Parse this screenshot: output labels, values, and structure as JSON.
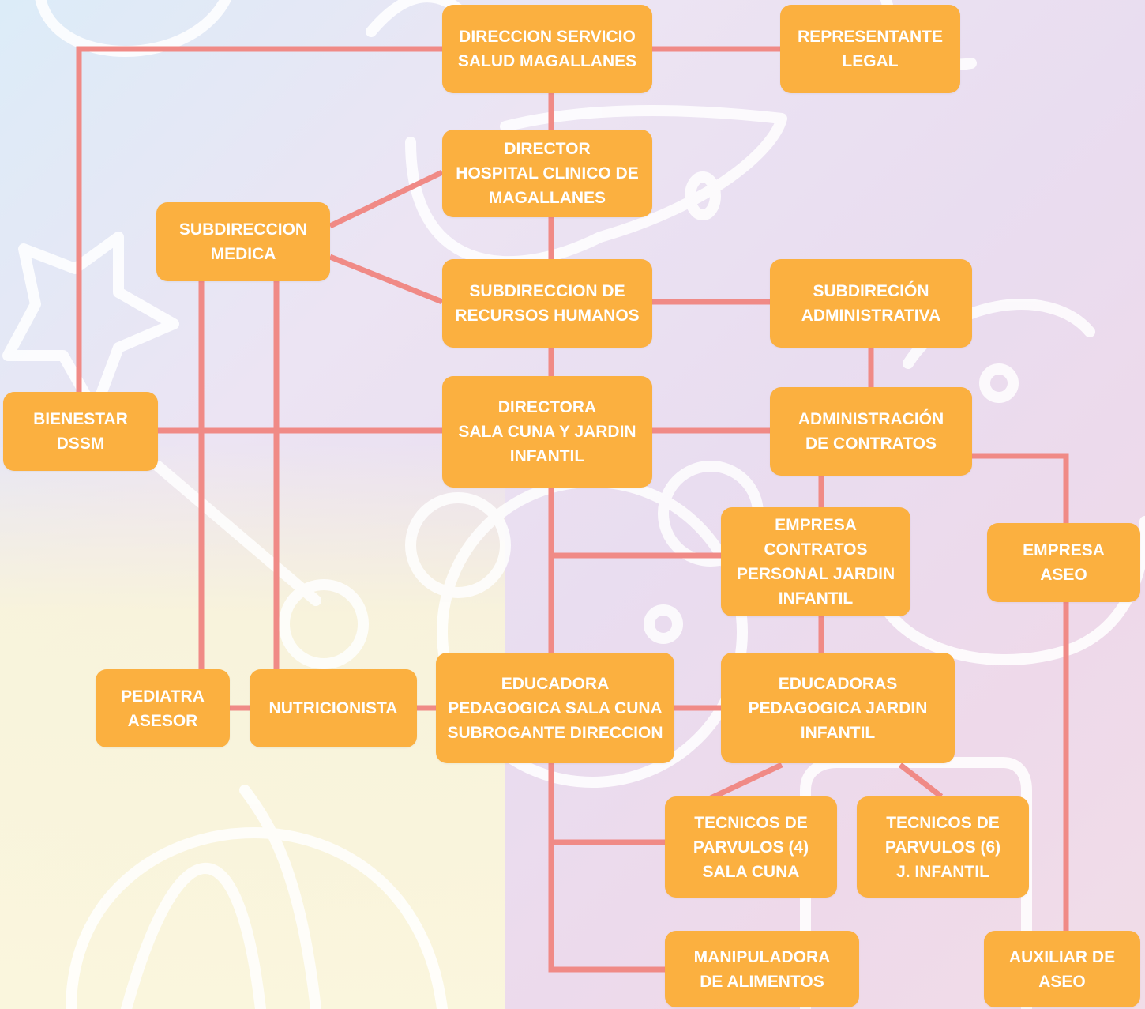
{
  "org_chart": {
    "nodes": [
      {
        "id": "direccion-servicio-salud",
        "label": "DIRECCION SERVICIO\nSALUD MAGALLANES"
      },
      {
        "id": "representante-legal",
        "label": "REPRESENTANTE\nLEGAL"
      },
      {
        "id": "director-hospital",
        "label": "DIRECTOR\nHOSPITAL CLINICO DE\nMAGALLANES"
      },
      {
        "id": "subdireccion-medica",
        "label": "SUBDIRECCION\nMEDICA"
      },
      {
        "id": "subdireccion-rrhh",
        "label": "SUBDIRECCION DE\nRECURSOS HUMANOS"
      },
      {
        "id": "subdireccion-administrativa",
        "label": "SUBDIRECIÓN\nADMINISTRATIVA"
      },
      {
        "id": "bienestar-dssm",
        "label": "BIENESTAR\nDSSM"
      },
      {
        "id": "directora-sala-cuna",
        "label": "DIRECTORA\nSALA CUNA Y JARDIN\nINFANTIL"
      },
      {
        "id": "administracion-contratos",
        "label": "ADMINISTRACIÓN\nDE CONTRATOS"
      },
      {
        "id": "empresa-contratos-personal",
        "label": "EMPRESA\nCONTRATOS\nPERSONAL JARDIN\nINFANTIL"
      },
      {
        "id": "empresa-aseo",
        "label": "EMPRESA\nASEO"
      },
      {
        "id": "pediatra-asesor",
        "label": "PEDIATRA\nASESOR"
      },
      {
        "id": "nutricionista",
        "label": "NUTRICIONISTA"
      },
      {
        "id": "educadora-sala-cuna",
        "label": "EDUCADORA\nPEDAGOGICA SALA CUNA\nSUBROGANTE DIRECCION"
      },
      {
        "id": "educadoras-jardin",
        "label": "EDUCADORAS\nPEDAGOGICA JARDIN\nINFANTIL"
      },
      {
        "id": "tecnicos-sala-cuna",
        "label": "TECNICOS DE\nPARVULOS (4)\nSALA CUNA"
      },
      {
        "id": "tecnicos-jardin",
        "label": "TECNICOS DE\nPARVULOS (6)\nJ. INFANTIL"
      },
      {
        "id": "manipuladora-alimentos",
        "label": "MANIPULADORA\nDE ALIMENTOS"
      },
      {
        "id": "auxiliar-aseo",
        "label": "AUXILIAR DE\nASEO"
      }
    ],
    "edges": [
      {
        "from": "direccion-servicio-salud",
        "to": "representante-legal"
      },
      {
        "from": "direccion-servicio-salud",
        "to": "director-hospital"
      },
      {
        "from": "direccion-servicio-salud",
        "to": "bienestar-dssm"
      },
      {
        "from": "director-hospital",
        "to": "subdireccion-medica"
      },
      {
        "from": "director-hospital",
        "to": "subdireccion-rrhh"
      },
      {
        "from": "subdireccion-medica",
        "to": "subdireccion-rrhh"
      },
      {
        "from": "subdireccion-medica",
        "to": "pediatra-asesor"
      },
      {
        "from": "subdireccion-medica",
        "to": "nutricionista"
      },
      {
        "from": "subdireccion-rrhh",
        "to": "subdireccion-administrativa"
      },
      {
        "from": "subdireccion-rrhh",
        "to": "directora-sala-cuna"
      },
      {
        "from": "subdireccion-administrativa",
        "to": "administracion-contratos"
      },
      {
        "from": "bienestar-dssm",
        "to": "directora-sala-cuna"
      },
      {
        "from": "directora-sala-cuna",
        "to": "administracion-contratos"
      },
      {
        "from": "directora-sala-cuna",
        "to": "empresa-contratos-personal"
      },
      {
        "from": "directora-sala-cuna",
        "to": "educadora-sala-cuna"
      },
      {
        "from": "administracion-contratos",
        "to": "empresa-contratos-personal"
      },
      {
        "from": "administracion-contratos",
        "to": "empresa-aseo"
      },
      {
        "from": "empresa-contratos-personal",
        "to": "educadoras-jardin"
      },
      {
        "from": "empresa-aseo",
        "to": "auxiliar-aseo"
      },
      {
        "from": "pediatra-asesor",
        "to": "nutricionista"
      },
      {
        "from": "nutricionista",
        "to": "educadora-sala-cuna"
      },
      {
        "from": "educadora-sala-cuna",
        "to": "educadoras-jardin"
      },
      {
        "from": "educadora-sala-cuna",
        "to": "tecnicos-sala-cuna"
      },
      {
        "from": "educadora-sala-cuna",
        "to": "manipuladora-alimentos"
      },
      {
        "from": "educadoras-jardin",
        "to": "tecnicos-sala-cuna"
      },
      {
        "from": "educadoras-jardin",
        "to": "tecnicos-jardin"
      }
    ]
  },
  "colors": {
    "node_fill": "#fbb040",
    "node_text": "#ffffff",
    "connector": "#f08a86",
    "decor_stroke": "#ffffff"
  }
}
